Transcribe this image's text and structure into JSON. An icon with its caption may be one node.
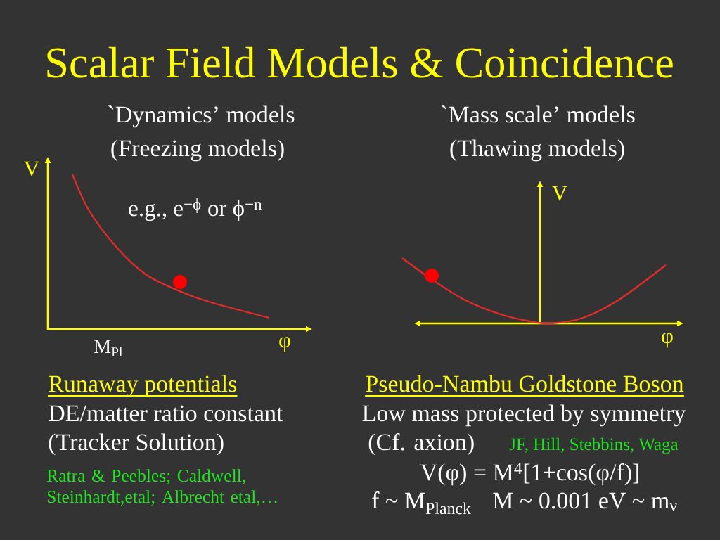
{
  "diagram": {
    "title": "Scalar Field Models & Coincidence",
    "labels": [
      "`Dynamics’ models",
      "(Freezing models)",
      "`Mass scale’ models",
      "(Thawing models)",
      "V",
      "V",
      "e.g., e$^{−ϕ}$ or ϕ$^{−n}$",
      "M$_{Pl}$",
      "φ",
      "φ",
      "Runaway potentials",
      "Pseudo-Nambu Goldstone Boson",
      "DE/matter ratio constant",
      "Low mass protected by symmetry",
      "(Tracker Solution)",
      "(Cf. axion)",
      "JF, Hill, Stebbins, Waga",
      "Ratra & Peebles; Caldwell, Steinhardt,etal; Albrecht etal,…",
      "V(φ) = M$^{4}$[1+cos(φ/f)]",
      "f ~ M$_{Planck}$",
      "M ~ 0.001 eV ~ m$_{ν}$"
    ]
  }
}
